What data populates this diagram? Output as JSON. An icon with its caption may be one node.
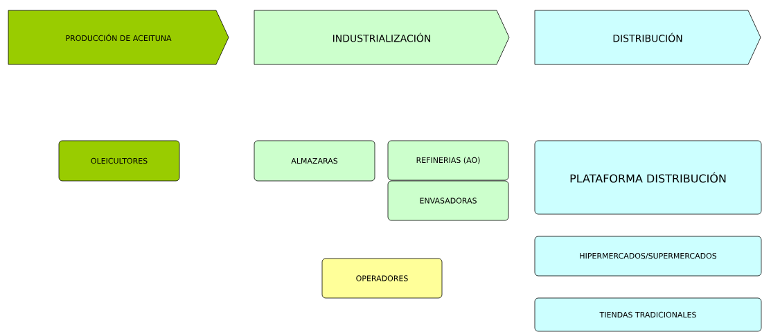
{
  "diagram": {
    "nodes": [
      {
        "text": [
          "PRODUCCIÓN DE ACEITUNA"
        ]
      },
      {
        "text": [
          "INDUSTRIALIZACIÓN"
        ]
      },
      {
        "text": [
          "DISTRIBUCIÓN"
        ]
      },
      {
        "text": [
          "OLEICULTORES"
        ]
      },
      {
        "text": [
          "ALMAZARAS"
        ]
      },
      {
        "text": [
          "REFINERIAS (AO)"
        ]
      },
      {
        "text": [
          "ENVASADORAS"
        ]
      },
      {
        "text": [
          "OPERADORES"
        ]
      },
      {
        "text": [
          "PLATAFORMA DISTRIBUCIÓN"
        ]
      },
      {
        "text": [
          "HIPERMERCADOS/SUPERMERCADOS"
        ]
      },
      {
        "text": [
          "TIENDAS TRADICIONALES"
        ]
      }
    ]
  }
}
